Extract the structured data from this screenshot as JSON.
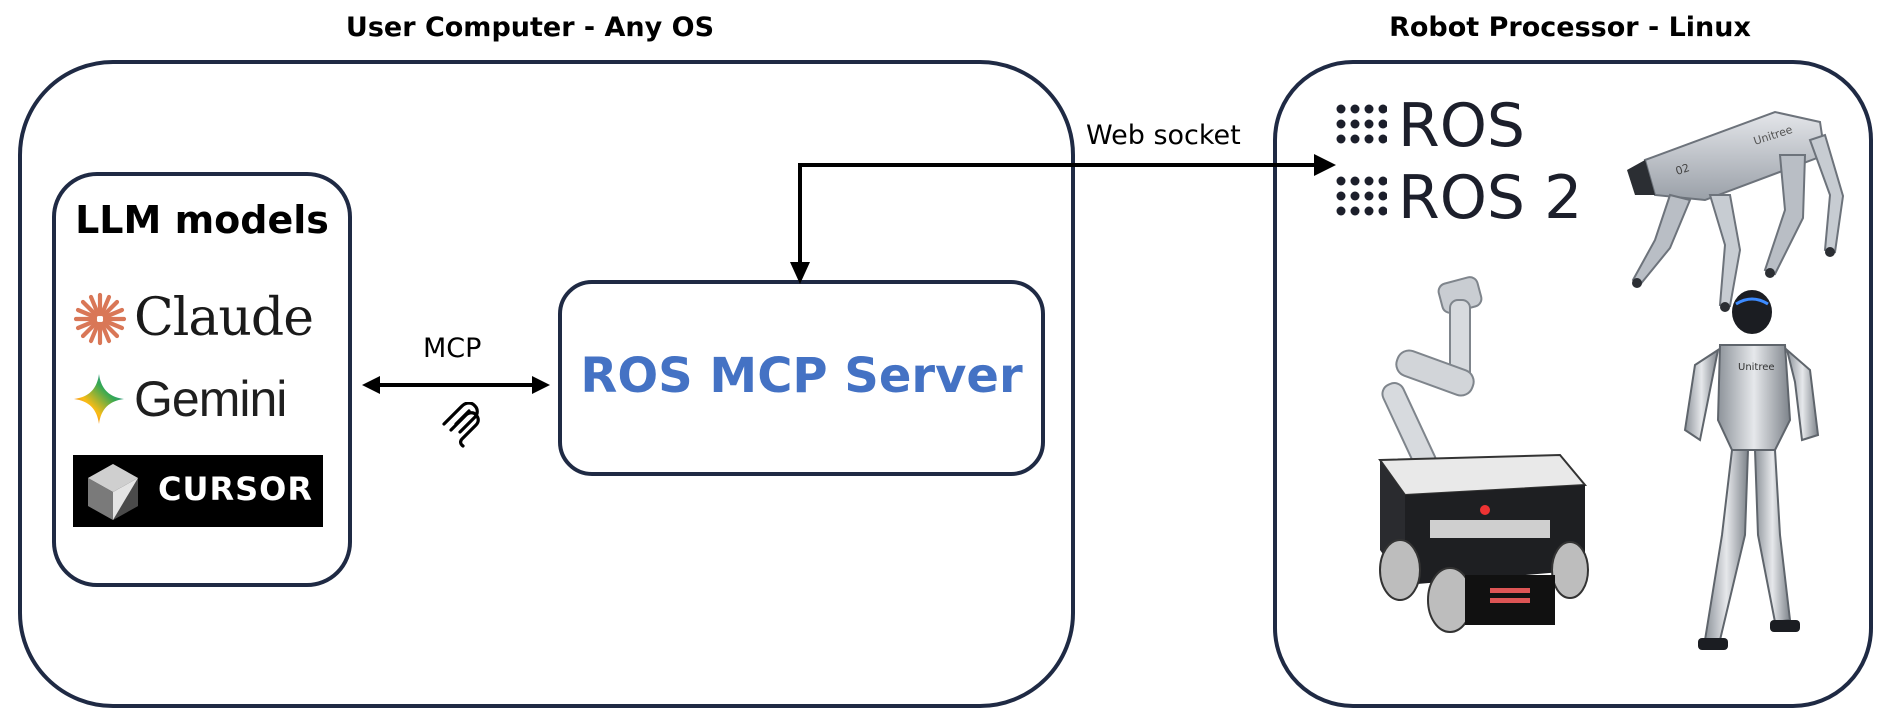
{
  "user_computer": {
    "title": "User Computer - Any OS"
  },
  "robot_processor": {
    "title": "Robot Processor - Linux"
  },
  "llm_box": {
    "title": "LLM models",
    "models": [
      {
        "name": "Claude",
        "icon": "claude-sunburst-icon",
        "color": "#d97757"
      },
      {
        "name": "Gemini",
        "icon": "gemini-star-icon",
        "color": "#4285f4"
      },
      {
        "name": "CURSOR",
        "icon": "cursor-cube-icon",
        "color": "#000000"
      }
    ]
  },
  "mcp_link": {
    "label": "MCP",
    "icon": "mcp-logo-icon"
  },
  "server": {
    "label": "ROS MCP Server",
    "color": "#4472c4"
  },
  "websocket_link": {
    "label": "Web socket"
  },
  "ros_logos": [
    {
      "text": "ROS",
      "icon": "ros-dots-icon"
    },
    {
      "text": "ROS 2",
      "icon": "ros2-dots-icon"
    }
  ],
  "robots": [
    {
      "icon": "quadruped-robot-icon",
      "badge": "Unitree",
      "tag": "02"
    },
    {
      "icon": "mobile-manipulator-robot-icon"
    },
    {
      "icon": "humanoid-robot-icon",
      "badge": "Unitree"
    }
  ]
}
